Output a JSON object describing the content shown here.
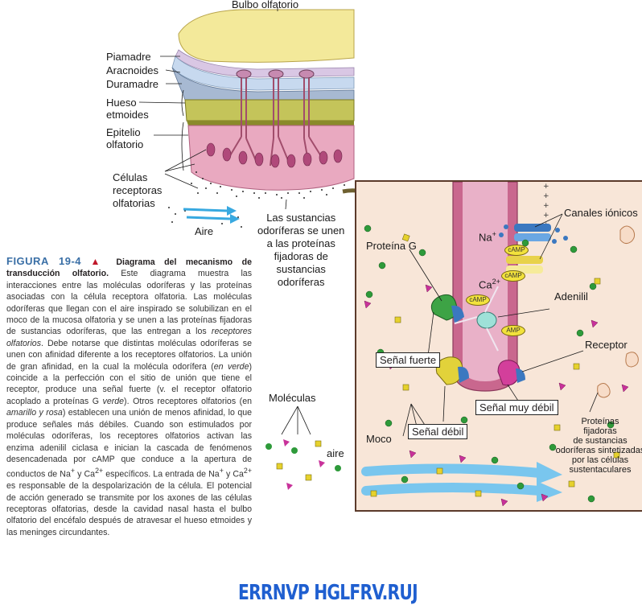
{
  "diagram": {
    "top_labels": {
      "bulbo": "Bulbo olfatorio",
      "piamadre": "Piamadre",
      "aracnoides": "Aracnoides",
      "duramadre": "Duramadre",
      "hueso": "Hueso\netmoides",
      "epitelio": "Epitelio\nolfatorio",
      "celulas": "Células\nreceptoras\nolfatorias",
      "aire_top": "Aire",
      "sustancias": "Las sustancias\nodoríferas se unen\na las proteínas\nfijadoras de\nsustancias\nodoríferas"
    },
    "zoom_labels": {
      "canales": "Canales iónicos",
      "na": "Na",
      "na_sup": "+",
      "ca": "Ca",
      "ca_sup": "2+",
      "proteina_g": "Proteína G",
      "adenilil": "Adenilil",
      "receptor": "Receptor",
      "senal_fuerte": "Señal fuerte",
      "senal_muy_debil": "Señal muy débil",
      "senal_debil": "Señal débil",
      "moleculas": "Moléculas",
      "aire": "aire",
      "moco": "Moco",
      "proteinas_fijadoras": "Proteínas\nfijadoras\nde sustancias\nodoríferas sintetizadas\npor las células\nsustentaculares",
      "camp": "cAMP",
      "amp": "AMP"
    }
  },
  "caption": {
    "fignum": "FIGURA 19-4",
    "title": "Diagrama del mecanismo de transducción olfatorio.",
    "body_1": "Este diagrama muestra las interacciones entre las moléculas odoríferas y las proteínas asociadas con la célula receptora olfatoria. Las moléculas odoríferas que llegan con el aire inspirado se solubilizan en el moco de la mucosa olfatoria y se unen a las proteínas fijadoras de sustancias odoríferas, que las entregan a los",
    "italic_1": "receptores olfatorios",
    "body_2": ". Debe notarse que distintas moléculas odoríferas se unen con afinidad diferente a los receptores olfatorios. La unión de gran afinidad, en la cual la molécula odorífera (",
    "italic_2": "en verde",
    "body_3": ") coincide a la perfección con el sitio de unión que tiene el receptor, produce una señal fuerte (v. el receptor olfatorio acoplado a proteínas G",
    "italic_3": "verde",
    "body_4": "). Otros receptores olfatorios (en",
    "italic_4": "amarillo y rosa",
    "body_5": ") establecen una unión de menos afinidad, lo que produce señales más débiles. Cuando son estimulados por moléculas odoríferas, los receptores olfatorios activan las enzima adenilil ciclasa e inician la cascada de fenómenos desencadenada por cAMP que conduce a la apertura de conductos de Na",
    "sup_na": "+",
    "body_6": " y Ca",
    "sup_ca": "2+",
    "body_7": " específicos. La entrada de Na",
    "body_8": " y Ca",
    "body_9": " es responsable de la despolarización de la célula. El potencial de acción generado se transmite por los axones de las células receptoras olfatorias, desde la cavidad nasal hasta el bulbo olfatorio del encéfalo después de atravesar el hueso etmoides y las meninges circundantes."
  },
  "watermark": "ERRNVP HGLFRV.RUJ"
}
